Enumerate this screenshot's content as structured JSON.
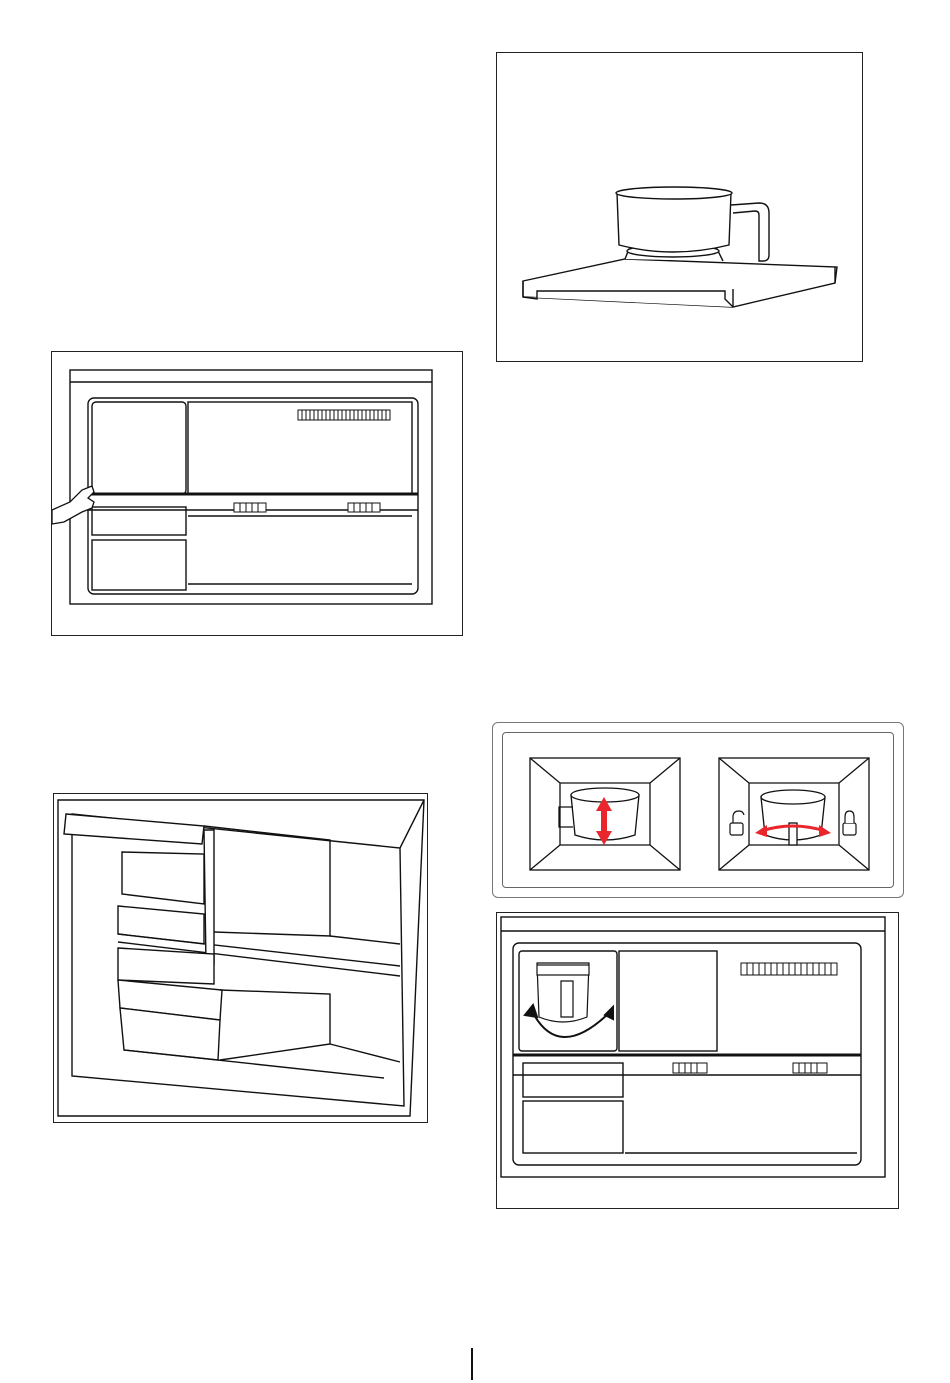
{
  "page": {
    "illustrations": [
      {
        "id": "fig-shelf-removal",
        "icon": "hand-pulling-shelf"
      },
      {
        "id": "fig-water-tank",
        "icon": "water-tank-on-tray"
      },
      {
        "id": "fig-interior-perspective",
        "icon": "freezer-interior-perspective"
      },
      {
        "id": "fig-tank-instructions",
        "icon": "lift-and-rotate-lock"
      },
      {
        "id": "fig-tank-installation",
        "icon": "tank-rotate-into-slot"
      }
    ],
    "colors": {
      "line": "#111111",
      "accent_arrow": "#e8262b",
      "frame_gray": "#777777"
    }
  }
}
